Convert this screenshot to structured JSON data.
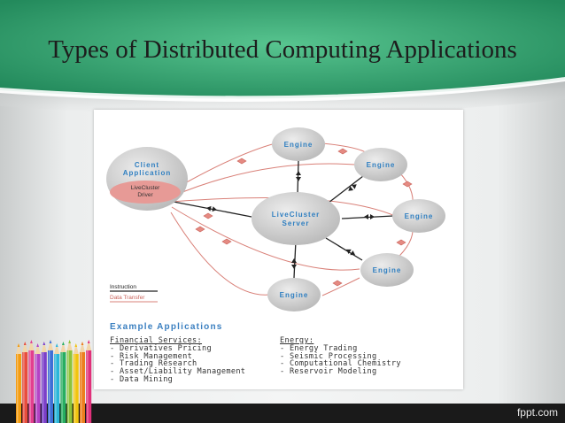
{
  "slide": {
    "title": "Types of Distributed Computing Applications",
    "footer": "fppt.com",
    "colors": {
      "header_green": "#2e9e6e",
      "bottom_bar": "#1a1a1a",
      "panel": "#ffffff",
      "node": "#cbcbcb",
      "driver": "#e79a96",
      "label": "#2f7fc1",
      "instruction_line": "#222222",
      "data_line": "#d98078"
    }
  },
  "diagram": {
    "client": {
      "title_line1": "Client",
      "title_line2": "Application",
      "driver_line1": "LiveCluster",
      "driver_line2": "Driver"
    },
    "server": {
      "line1": "LiveCluster",
      "line2": "Server"
    },
    "engines": [
      {
        "label": "Engine"
      },
      {
        "label": "Engine"
      },
      {
        "label": "Engine"
      },
      {
        "label": "Engine"
      },
      {
        "label": "Engine"
      }
    ],
    "legend": {
      "instruction": "Instruction",
      "data_transfer": "Data Transfer"
    }
  },
  "examples": {
    "title": "Example Applications",
    "financial": {
      "heading": "Financial Services:",
      "items": [
        "- Derivatives Pricing",
        "- Risk Management",
        "- Trading Research",
        "- Asset/Liability Management",
        "- Data Mining"
      ]
    },
    "energy": {
      "heading": "Energy:",
      "items": [
        "- Energy Trading",
        "- Seismic Processing",
        "- Computational Chemistry",
        "- Reservoir Modeling"
      ]
    }
  },
  "decor": {
    "pencil_colors": [
      "#f39c12",
      "#e84c3d",
      "#e33e8f",
      "#b342c5",
      "#7b3fc9",
      "#3f6fd6",
      "#2bb6d9",
      "#27ae60",
      "#8cc43c",
      "#f1c40f",
      "#ec7e1e",
      "#e0317b"
    ]
  }
}
